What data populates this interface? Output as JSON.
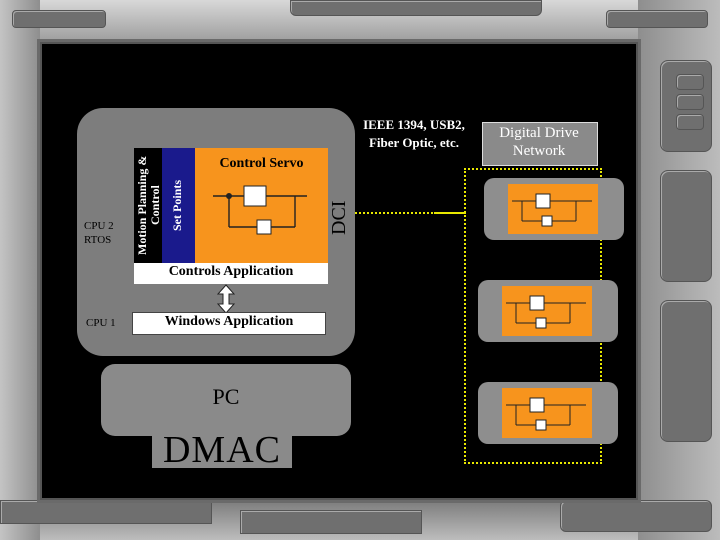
{
  "cpu2_label": "CPU 2\nRTOS",
  "cpu1_label": "CPU 1",
  "motion_planning_label": "Motion Planning & Control",
  "set_points_label": "Set Points",
  "control_servo_label": "Control Servo",
  "dci_label": "DCI",
  "controls_app_label": "Controls Application",
  "windows_app_label": "Windows Application",
  "pc_label": "PC",
  "dmac_label": "DMAC",
  "interface_label": "IEEE 1394, USB2, Fiber Optic, etc.",
  "network_label": "Digital Drive Network",
  "colors": {
    "accent": "#f7941d",
    "panel": "#7d7d7d",
    "link": "#e8e800",
    "navy": "#1a1a8c"
  }
}
